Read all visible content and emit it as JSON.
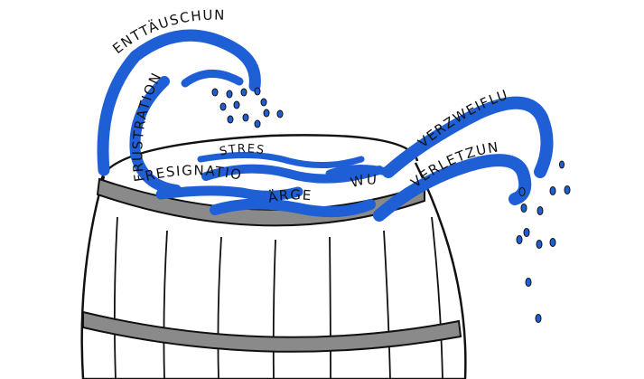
{
  "labels": {
    "enttaeuschung": "ENTTÄUSCHUNG",
    "frustration": "FRUSTRATION",
    "resignation": "RESIGNATION",
    "stress": "STRESS",
    "aerger": "ÄRGER",
    "wut": "WUT",
    "verzweiflung": "VERZWEIFLUNG",
    "verletzung": "VERLETZUNG"
  },
  "colors": {
    "wave_blue": "#1f5fd6",
    "ink": "#111111",
    "metal_band": "#8a8a8a",
    "barrel_shade": "#d9d9d9"
  }
}
